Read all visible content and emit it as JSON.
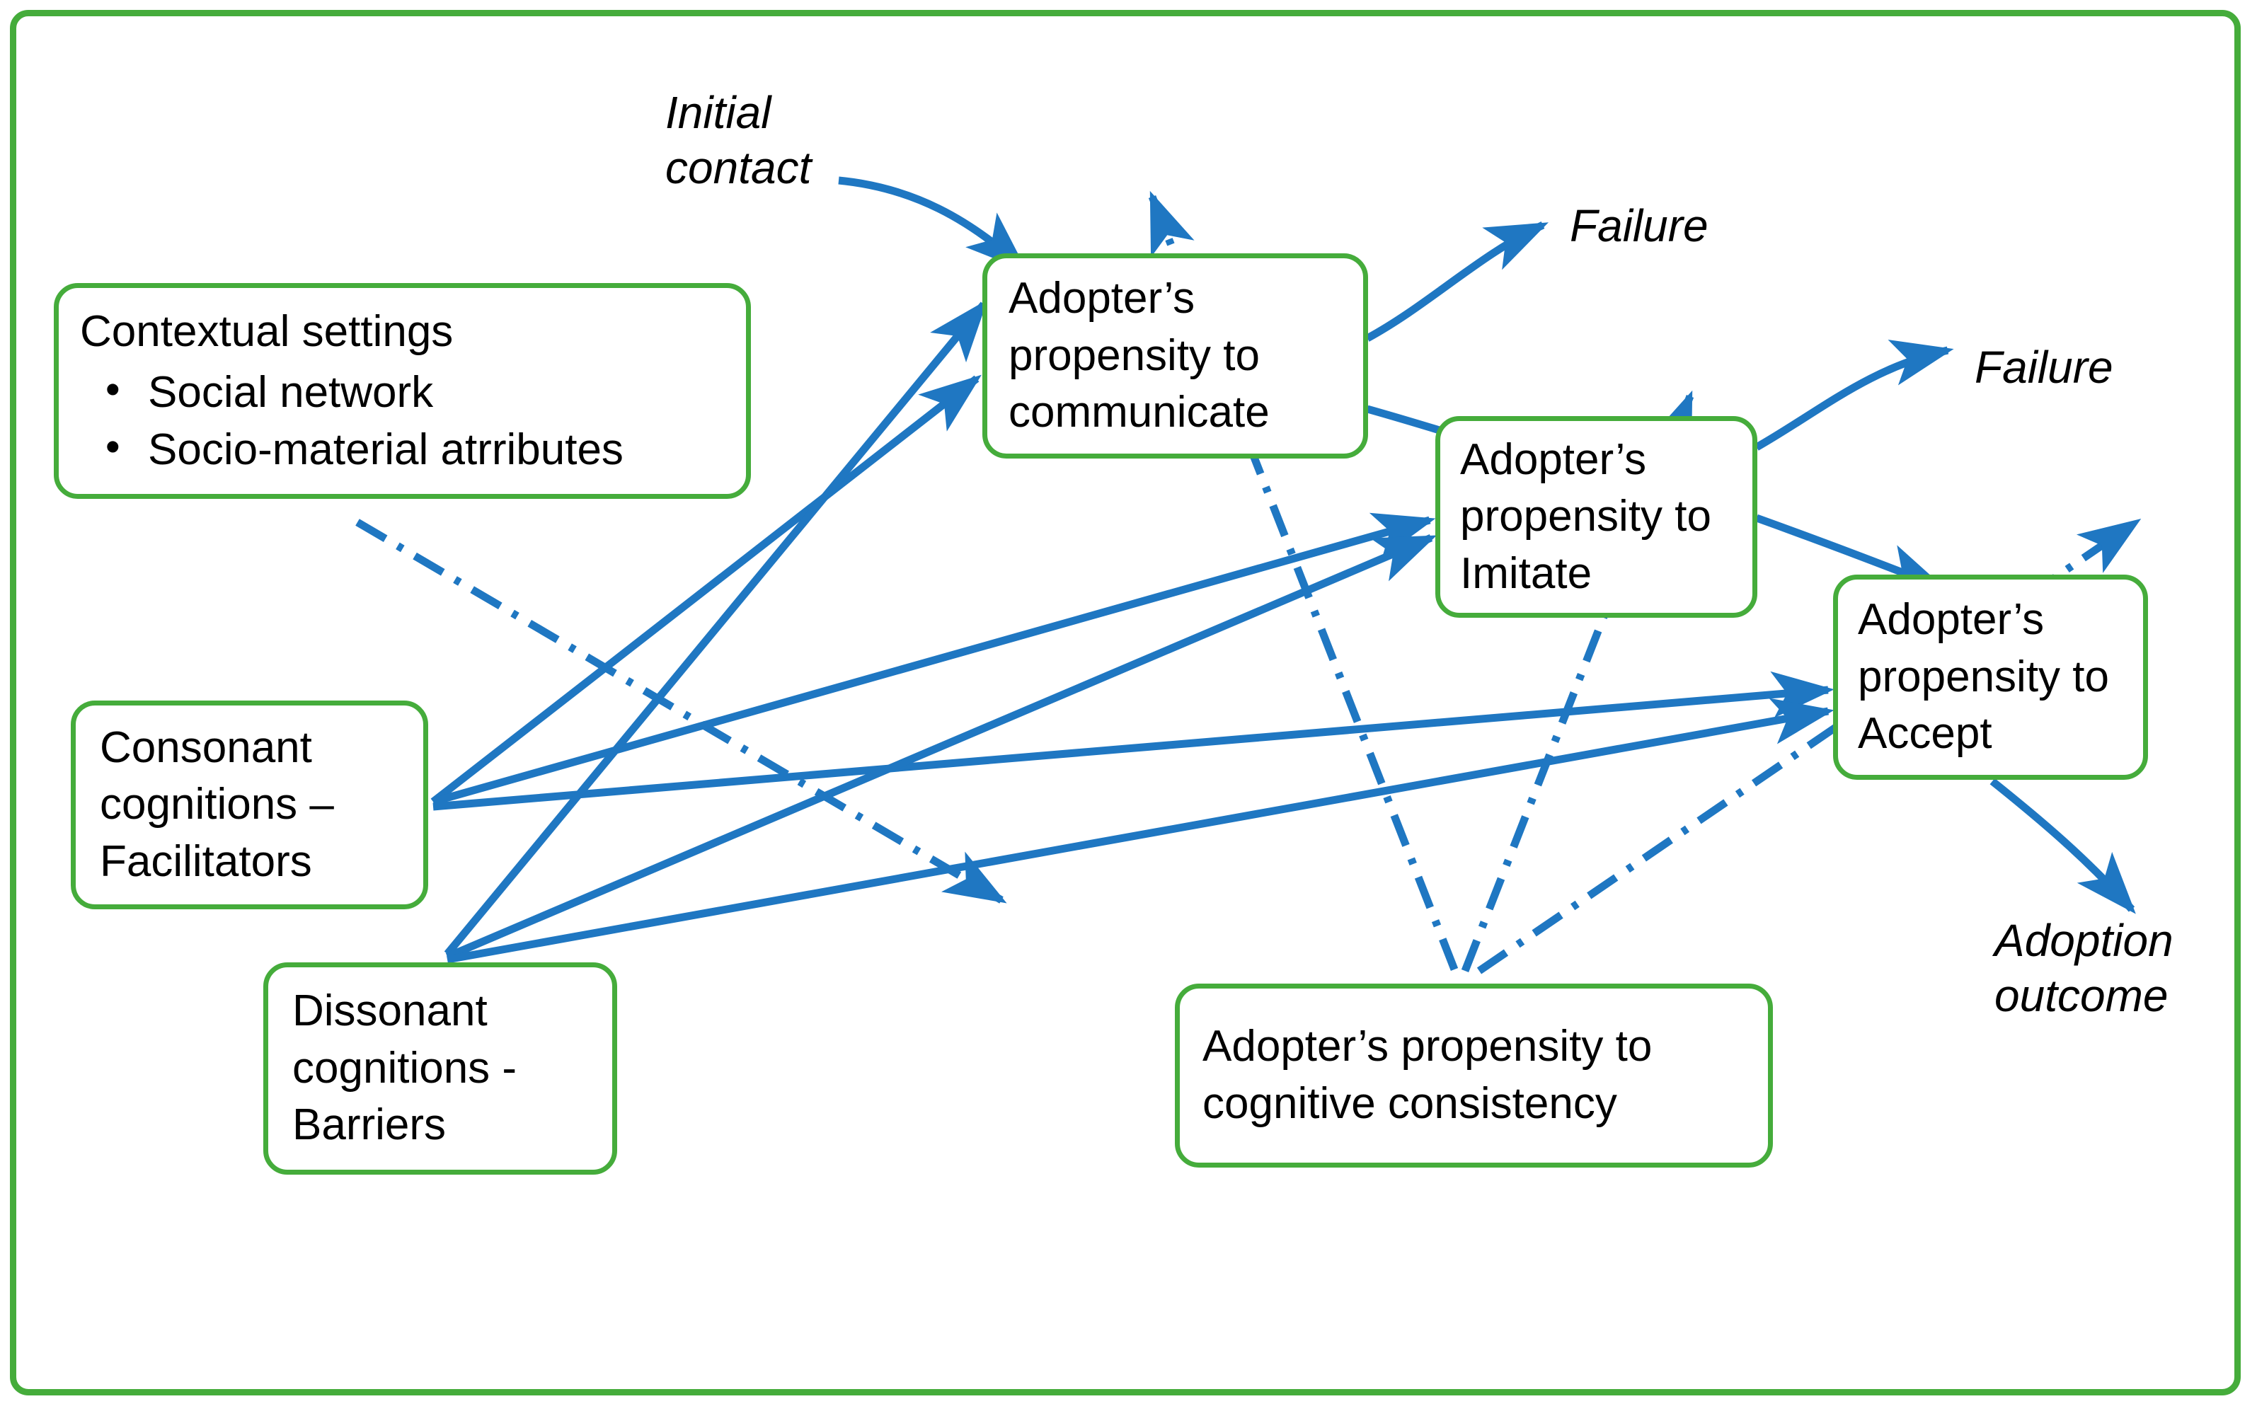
{
  "diagram": {
    "title": "Adopter propensity adoption process model",
    "colors": {
      "node_border": "#45AC3B",
      "arrow": "#1F77C2",
      "text": "#000000",
      "background": "#FFFFFF"
    },
    "nodes": [
      {
        "id": "contextual",
        "title": "Contextual settings",
        "bullets": [
          "Social network",
          "Socio-material atrributes"
        ]
      },
      {
        "id": "consonant",
        "title": "Consonant cognitions – Facilitators",
        "bullets": []
      },
      {
        "id": "dissonant",
        "title": "Dissonant cognitions - Barriers",
        "bullets": []
      },
      {
        "id": "communicate",
        "title": "Adopter’s propensity to communicate",
        "bullets": []
      },
      {
        "id": "imitate",
        "title": "Adopter’s propensity to Imitate",
        "bullets": []
      },
      {
        "id": "accept",
        "title": "Adopter’s propensity to Accept",
        "bullets": []
      },
      {
        "id": "consistency",
        "title": "Adopter’s propensity to cognitive consistency",
        "bullets": []
      }
    ],
    "labels": {
      "initial_contact": "Initial contact",
      "failure_1": "Failure",
      "failure_2": "Failure",
      "adoption_outcome": "Adoption outcome"
    },
    "edges": [
      {
        "from": "initial-contact",
        "to": "communicate",
        "style": "solid-curved"
      },
      {
        "from": "consonant",
        "to": "communicate",
        "style": "solid"
      },
      {
        "from": "consonant",
        "to": "imitate",
        "style": "solid"
      },
      {
        "from": "consonant",
        "to": "accept",
        "style": "solid"
      },
      {
        "from": "dissonant",
        "to": "communicate",
        "style": "solid"
      },
      {
        "from": "dissonant",
        "to": "imitate",
        "style": "solid"
      },
      {
        "from": "dissonant",
        "to": "accept",
        "style": "solid"
      },
      {
        "from": "communicate",
        "to": "failure-1",
        "style": "solid-curved"
      },
      {
        "from": "communicate",
        "to": "imitate",
        "style": "solid"
      },
      {
        "from": "imitate",
        "to": "failure-2",
        "style": "solid-curved"
      },
      {
        "from": "imitate",
        "to": "accept",
        "style": "solid"
      },
      {
        "from": "accept",
        "to": "adoption-outcome",
        "style": "solid-curved"
      },
      {
        "from": "contextual",
        "to": "open-end",
        "style": "dash-dot"
      },
      {
        "from": "consistency",
        "to": "communicate-up",
        "style": "dash-dot"
      },
      {
        "from": "consistency",
        "to": "imitate-up",
        "style": "dash-dot"
      },
      {
        "from": "consistency",
        "to": "accept-up",
        "style": "dash-dot"
      }
    ]
  }
}
